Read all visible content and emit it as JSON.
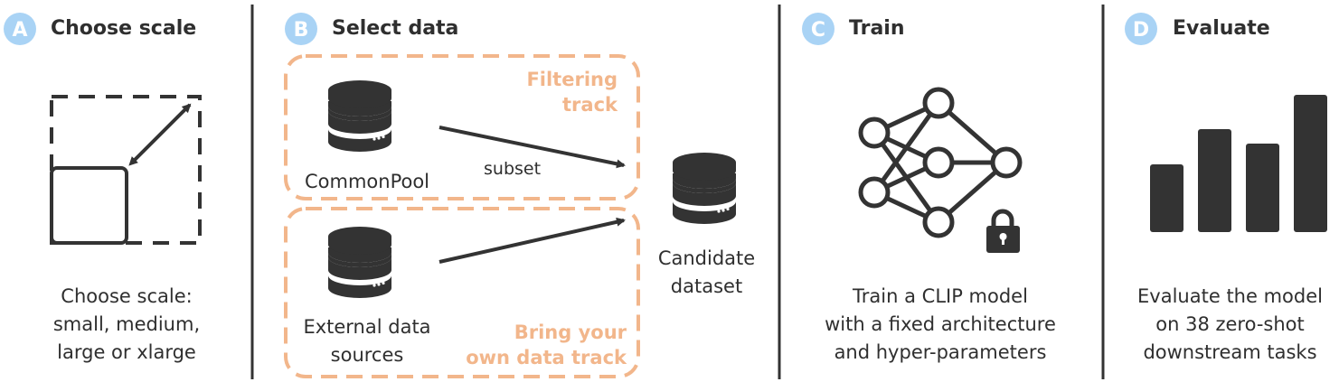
{
  "colors": {
    "badge": "#a9d3f5",
    "ink": "#333333",
    "track_outline": "#f2b68b",
    "track_text": "#f2b68b"
  },
  "panels": [
    {
      "letter": "A",
      "title": "Choose scale",
      "desc_lines": [
        "Choose scale:",
        "small, medium,",
        "large or xlarge"
      ],
      "icon": "scale-resize-icon"
    },
    {
      "letter": "B",
      "title": "Select data",
      "filtering_track": [
        "Filtering",
        "track"
      ],
      "byod_track": [
        "Bring your",
        "own data track"
      ],
      "source_1": "CommonPool",
      "source_2_lines": [
        "External data",
        "sources"
      ],
      "arrow_label": "subset",
      "output_lines": [
        "Candidate",
        "dataset"
      ],
      "icon": "database-icon"
    },
    {
      "letter": "C",
      "title": "Train",
      "desc_lines": [
        "Train a CLIP model",
        "with a fixed architecture",
        "and hyper-parameters"
      ],
      "icon": "neural-network-icon"
    },
    {
      "letter": "D",
      "title": "Evaluate",
      "desc_lines": [
        "Evaluate the model",
        "on 38 zero-shot",
        "downstream tasks"
      ],
      "icon": "bar-chart-icon"
    }
  ]
}
